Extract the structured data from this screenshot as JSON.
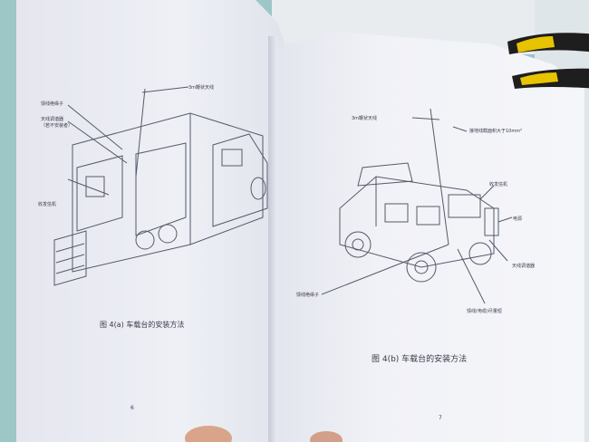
{
  "left_page": {
    "caption": "图 4(a)  车载台的安装方法",
    "page_number": "6",
    "labels": {
      "antenna": "3m鞭状天线",
      "insulator": "馈线绝缘子",
      "tuner": "天线调谐器",
      "tuner_note": "（若不安装者）",
      "radio": "收发信机"
    }
  },
  "right_page": {
    "caption": "图 4(b)  车载台的安装方法",
    "page_number": "7",
    "labels": {
      "antenna": "3m鞭状天线",
      "ground_wire": "接地线截面积大于10mm²",
      "radio": "收发信机",
      "power": "电源",
      "tuner": "天线调谐器",
      "insulator": "馈线绝缘子",
      "feed": "馈线(电缆)尽量短"
    }
  },
  "colors": {
    "page": "#eef0f6",
    "ink": "#3a3a4a",
    "background": "#9cc7c6",
    "pliers_grip": "#1e1e1e",
    "pliers_accent": "#e8c400"
  }
}
